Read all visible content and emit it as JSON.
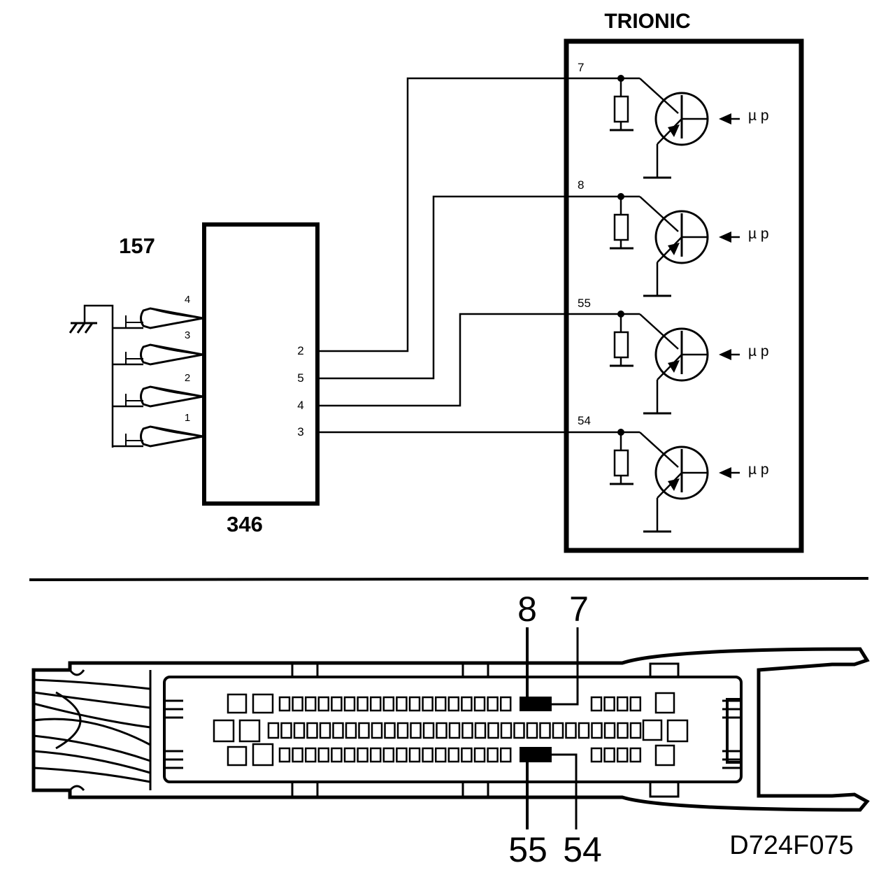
{
  "ecu": {
    "title": "TRIONIC"
  },
  "module": {
    "id": "346"
  },
  "coils": {
    "id": "157",
    "pins": [
      "4",
      "3",
      "2",
      "1"
    ]
  },
  "module_outputs": [
    "2",
    "5",
    "4",
    "3"
  ],
  "ecu_pins": [
    "7",
    "8",
    "55",
    "54"
  ],
  "driver_label": "µ p",
  "connector": {
    "top_labels": [
      "8",
      "7"
    ],
    "bottom_labels": [
      "55",
      "54"
    ]
  },
  "figure_code": "D724F075"
}
